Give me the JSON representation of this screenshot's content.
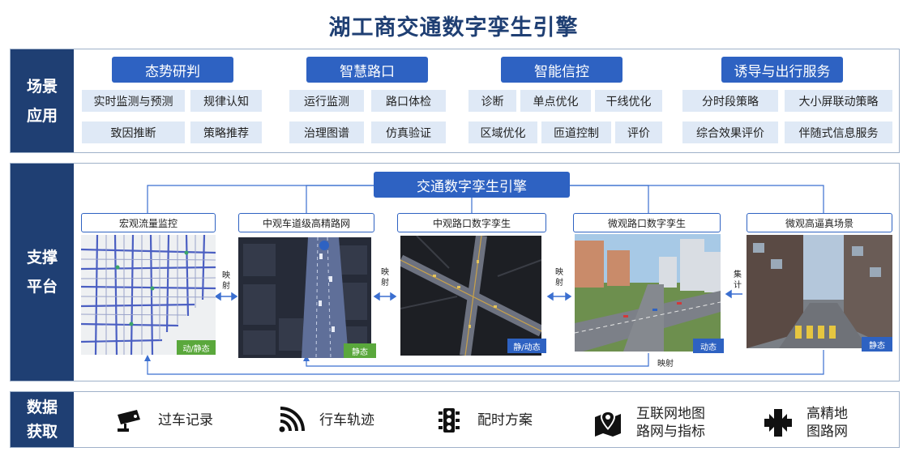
{
  "title": "湖工商交通数字孪生引擎",
  "sections": {
    "scene": {
      "label_line1": "场景",
      "label_line2": "应用",
      "categories": [
        {
          "title": "态势研判",
          "items": [
            "实时监测与预测",
            "规律认知",
            "致因推断",
            "策略推荐"
          ]
        },
        {
          "title": "智慧路口",
          "items": [
            "运行监测",
            "路口体检",
            "治理图谱",
            "仿真验证"
          ]
        },
        {
          "title": "智能信控",
          "items": [
            "诊断",
            "单点优化",
            "干线优化",
            "区域优化",
            "匝道控制",
            "评价"
          ]
        },
        {
          "title": "诱导与出行服务",
          "items": [
            "分时段策略",
            "大小屏联动策略",
            "综合效果评价",
            "伴随式信息服务"
          ]
        }
      ]
    },
    "platform": {
      "label_line1": "支撑",
      "label_line2": "平台",
      "engine": "交通数字孪生引擎",
      "panels": [
        {
          "title": "宏观流量监控",
          "tag": "动/静态"
        },
        {
          "title": "中观车道级高精路网",
          "tag": "静态"
        },
        {
          "title": "中观路口数字孪生",
          "tag": "静/动态"
        },
        {
          "title": "微观路口数字孪生",
          "tag": "动态"
        },
        {
          "title": "微观高逼真场景",
          "tag": "静态"
        }
      ],
      "map_label": "映射",
      "aggregate_label": "集计",
      "bottom_label": "映射"
    },
    "data": {
      "label_line1": "数据",
      "label_line2": "获取",
      "items": [
        {
          "icon": "camera-icon",
          "text1": "过车记录",
          "text2": ""
        },
        {
          "icon": "signal-waves-icon",
          "text1": "行车轨迹",
          "text2": ""
        },
        {
          "icon": "traffic-light-icon",
          "text1": "配时方案",
          "text2": ""
        },
        {
          "icon": "map-pin-icon",
          "text1": "互联网地图",
          "text2": "路网与指标"
        },
        {
          "icon": "hd-map-icon",
          "text1": "高精地",
          "text2": "图路网"
        }
      ]
    }
  },
  "colors": {
    "navy": "#1f3f73",
    "blue": "#2e62c2",
    "light": "#dfe9f6",
    "green": "#5aa83c"
  }
}
